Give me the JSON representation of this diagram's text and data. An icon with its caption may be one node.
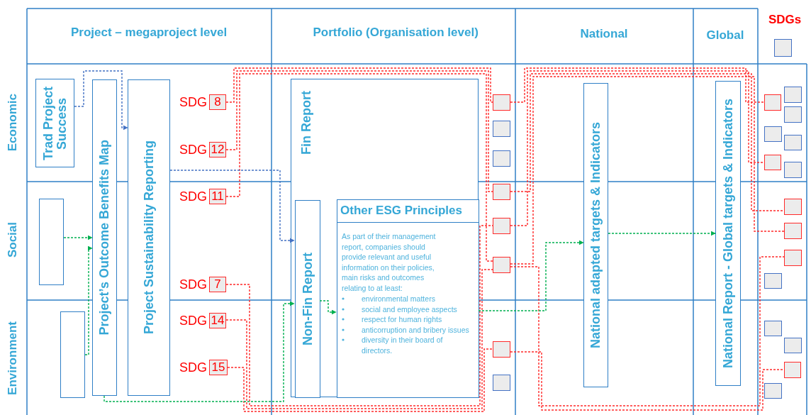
{
  "diagram": {
    "nodes": [
      {
        "text": [
          "Trad Project Success"
        ]
      },
      {
        "text": [],
        "shape": "box"
      },
      {
        "text": [],
        "shape": "box"
      },
      {
        "text": [
          "8"
        ],
        "beside": [
          "SDG"
        ]
      },
      {
        "text": [
          "12"
        ],
        "beside": [
          "SDG"
        ]
      },
      {
        "text": [
          "11"
        ],
        "beside": [
          "SDG"
        ]
      },
      {
        "text": [
          "7"
        ],
        "beside": [
          "SDG"
        ]
      },
      {
        "text": [
          "14"
        ],
        "beside": [
          "SDG"
        ]
      },
      {
        "text": [
          "15"
        ],
        "beside": [
          "SDG"
        ]
      },
      {
        "text": [
          "Project’s Outcome Benefits Map"
        ]
      },
      {
        "text": [
          "Project Sustainability Reporting"
        ]
      },
      {
        "text": [
          "Fin Report"
        ]
      },
      {
        "text": [
          "Non-Fin Report"
        ],
        "in": 11
      },
      {
        "text": [
          "Other ESG Principles",
          "As part of their management report, companies should provide relevant and useful information on their policies, main risks and outcomes relating to at least:",
          "environmental matters",
          "social and employee aspects",
          "respect for human rights",
          "anticorruption and bribery issues",
          "diversity in their board of directors."
        ],
        "in": 11
      },
      {
        "text": [
          "National adapted targets & Indicators"
        ]
      },
      {
        "text": [
          "National Report - Global targets & Indicators"
        ]
      },
      {
        "text": [],
        "shape": "box"
      },
      {
        "text": [],
        "shape": "box"
      },
      {
        "text": [],
        "shape": "box"
      },
      {
        "text": [],
        "shape": "box"
      },
      {
        "text": [],
        "shape": "box"
      },
      {
        "text": [],
        "shape": "box"
      },
      {
        "text": [],
        "shape": "box"
      },
      {
        "text": [],
        "shape": "box"
      },
      {
        "text": [],
        "shape": "box"
      },
      {
        "text": [],
        "shape": "box"
      },
      {
        "text": [],
        "shape": "box"
      },
      {
        "text": [],
        "shape": "box"
      },
      {
        "text": [],
        "shape": "box"
      },
      {
        "text": [],
        "shape": "box"
      },
      {
        "text": [],
        "shape": "box"
      },
      {
        "text": [],
        "shape": "box"
      },
      {
        "text": [],
        "shape": "box"
      },
      {
        "text": [],
        "shape": "box"
      },
      {
        "text": [],
        "shape": "box"
      },
      {
        "text": [],
        "shape": "box"
      },
      {
        "text": [],
        "shape": "box"
      },
      {
        "text": [],
        "shape": "box"
      },
      {
        "text": [],
        "shape": "box"
      },
      {
        "text": [],
        "shape": "box"
      }
    ],
    "edges": [
      {
        "from": 3,
        "to": 16,
        "arrow": "none",
        "style": "dashed"
      },
      {
        "from": 16,
        "to": 25,
        "arrow": "none",
        "style": "dashed"
      },
      {
        "from": 4,
        "to": 19,
        "arrow": "none",
        "style": "dashed"
      },
      {
        "from": 19,
        "to": 32,
        "arrow": "none",
        "style": "dashed"
      },
      {
        "from": 5,
        "to": 21,
        "arrow": "none",
        "style": "dashed"
      },
      {
        "from": 21,
        "to": 35,
        "arrow": "none",
        "style": "dashed"
      },
      {
        "from": 6,
        "to": 20,
        "arrow": "none",
        "style": "dashed"
      },
      {
        "from": 20,
        "to": 30,
        "arrow": "none",
        "style": "dashed"
      },
      {
        "from": 7,
        "to": 21,
        "arrow": "none",
        "style": "dashed"
      },
      {
        "from": 21,
        "to": 33,
        "arrow": "none",
        "style": "dashed"
      },
      {
        "from": 8,
        "to": 22,
        "arrow": "none",
        "style": "dashed"
      },
      {
        "from": 22,
        "to": 38,
        "arrow": "none",
        "style": "dashed"
      },
      {
        "from": 0,
        "to": 10,
        "arrow": "to",
        "style": "dashed",
        "color": "#4472c4"
      },
      {
        "from": 1,
        "to": 9,
        "arrow": "to",
        "style": "dashed",
        "color": "#00b050"
      },
      {
        "from": 2,
        "to": 9,
        "arrow": "to",
        "style": "dashed",
        "color": "#00b050"
      },
      {
        "from": 10,
        "to": 12,
        "arrow": "to",
        "style": "dashed",
        "color": "#4472c4"
      },
      {
        "from": 9,
        "to": 12,
        "arrow": "to",
        "style": "dashed",
        "color": "#00b050"
      },
      {
        "from": 12,
        "to": 13,
        "arrow": "to",
        "style": "dashed",
        "color": "#00b050"
      },
      {
        "from": 13,
        "to": 14,
        "arrow": "to",
        "style": "dashed",
        "color": "#00b050"
      },
      {
        "from": 14,
        "to": 15,
        "arrow": "to",
        "style": "dashed",
        "color": "#00b050"
      }
    ],
    "labels": [
      "Project – megaproject level",
      "Portfolio (Organisation level)",
      "National",
      "Global",
      "SDGs",
      "Economic",
      "Social",
      "Environment"
    ]
  }
}
